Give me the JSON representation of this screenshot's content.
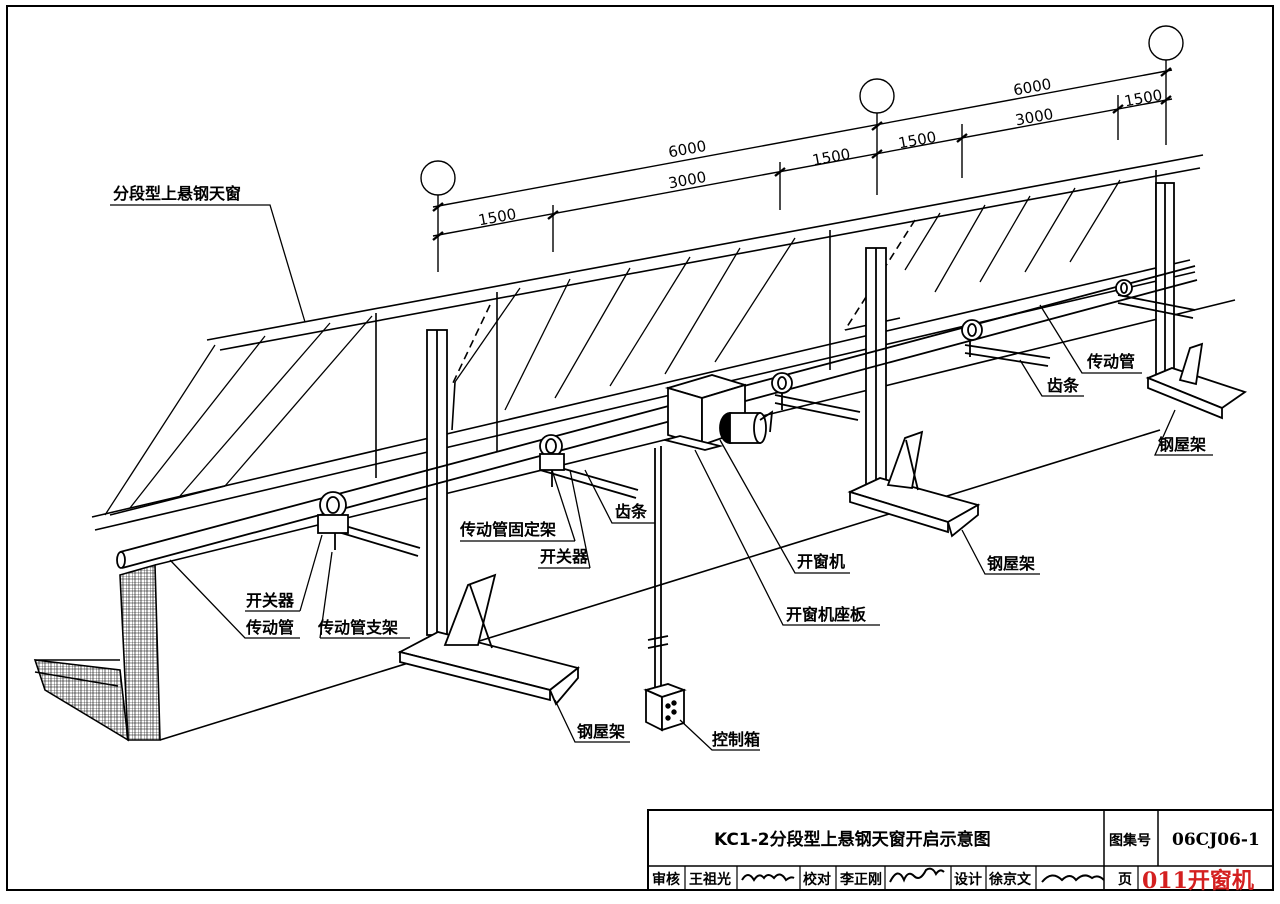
{
  "dimensions": {
    "d_6000_a": "6000",
    "d_6000_b": "6000",
    "d_3000_a": "3000",
    "d_3000_b": "3000",
    "d_1500_a": "1500",
    "d_1500_b": "1500",
    "d_1500_c": "1500",
    "d_1500_d": "1500"
  },
  "labels": {
    "skylight": "分段型上悬钢天窗",
    "drive_pipe_right": "传动管",
    "rack_right": "齿条",
    "steel_truss_right": "钢屋架",
    "rack_mid": "齿条",
    "pipe_fixing_bracket": "传动管固定架",
    "switch_mid": "开关器",
    "window_opener": "开窗机",
    "steel_truss_mid": "钢屋架",
    "opener_base_plate": "开窗机座板",
    "switch_left": "开关器",
    "drive_pipe_left": "传动管",
    "pipe_support": "传动管支架",
    "steel_truss_left": "钢屋架",
    "control_box": "控制箱"
  },
  "title_block": {
    "title": "KC1-2分段型上悬钢天窗开启示意图",
    "atlas_label": "图集号",
    "atlas_no": "06CJ06-1",
    "review_label": "审核",
    "reviewer": "王祖光",
    "check_label": "校对",
    "checker": "李正刚",
    "design_label": "设计",
    "designer": "徐京文",
    "page_label": "页",
    "watermark": "011开窗机"
  },
  "colors": {
    "ink": "#000000",
    "watermark": "#d42020",
    "paper": "#ffffff"
  }
}
